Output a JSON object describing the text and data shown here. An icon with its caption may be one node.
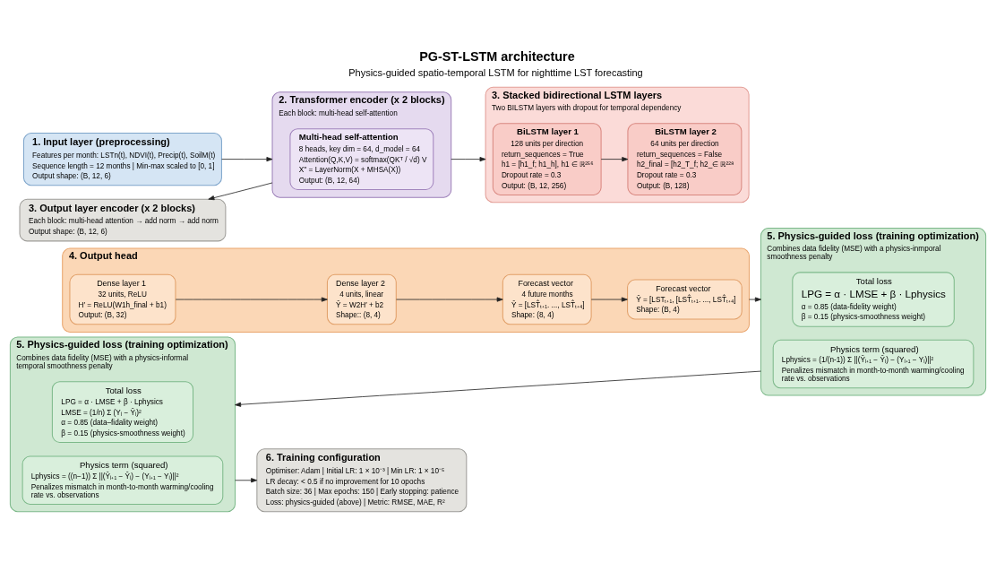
{
  "diagram": {
    "title": "PG-ST-LSTM architecture",
    "caption": "Physics-guided spatio-temporal LSTM for nighttime LST forecasting",
    "nodes": [
      {
        "text": [
          "1. Input layer (preprocessing)",
          "Features per month: LSTn(t), NDVI(t), Precip(t), SoilM(t)",
          "Sequence length = 12 months | Min-max scaled to [0, 1]",
          "Output shape: (B, 12, 6)"
        ]
      },
      {
        "text": [
          "2. Transformer encoder (x 2 blocks)",
          "Each block: multi-head self-attention"
        ]
      },
      {
        "text": [
          "Multi-head self-attention",
          "8 heads, key dim = 64, d_model = 64",
          "Attention(Q,K,V) = softmax(QKᵀ / √d) V",
          "X\" = LayerNorm(X + MHSA(X))",
          "Output: (B, 12, 64)"
        ],
        "in": 1
      },
      {
        "text": [
          "3. Stacked bidirectional LSTM layers",
          "Two BILSTM layers with dropout for temporal dependency"
        ]
      },
      {
        "text": [
          "BiLSTM layer 1",
          "128 units per direction",
          "return_sequences = True",
          "h1 = [h1_f; h1_h], h1 ∈ ℝ²⁵⁶",
          "Dropout rate = 0.3",
          "Output: (B, 12, 256)"
        ],
        "in": 3
      },
      {
        "text": [
          "BiLSTM layer 2",
          "64 units per direction",
          "return_sequences = False",
          "h2_final = [h2_T_f; h2_∈ ℝ²²⁸",
          "Dropout rate = 0.3",
          "Output: (B, 128)"
        ],
        "in": 3
      },
      {
        "text": [
          "3. Output layer encoder (x 2 blocks)",
          "Each block: multi-head attention → add norm → add norm",
          "Output shape: (B, 12, 6)"
        ]
      },
      {
        "text": [
          "4. Output head"
        ]
      },
      {
        "text": [
          "Dense layer 1",
          "32 units, ReLU",
          "H′ = ReLU(W1h_final + b1)",
          "Output: (B, 32)"
        ],
        "in": 7
      },
      {
        "text": [
          "Dense layer 2",
          "4 units, linear",
          "Ŷ = W2H′ + b2",
          "Shape:: (8, 4)"
        ],
        "in": 7
      },
      {
        "text": [
          "Forecast vector",
          "4 future months",
          "Ŷ = [LST̂ₜ₊₁. ..., LST̂ₜ₊₄]",
          "Shape: (8, 4)"
        ],
        "in": 7
      },
      {
        "text": [
          "Forecast vector",
          "Ŷ = [LSTₜ₊₁, [LST̂ₜ₊₁. ..., LST̂ₜ₊₄]",
          "Shape: (B, 4)"
        ],
        "in": 7
      },
      {
        "text": [
          "5. Physics-guided loss (training optimization)",
          "Combines data fidelity (MSE) with a physics-inmporal smoothness penalty"
        ]
      },
      {
        "text": [
          "Total loss",
          "LPG = α · LMSE + β · Lphysics",
          "α = 0.85 (data-fidelity weight)",
          "β = 0.15 (physics-smoothness weight)"
        ],
        "in": 12
      },
      {
        "text": [
          "Physics term (squared)",
          "Lphysics = (1/(n-1)) Σ ||(Ŷᵢ₊₁ − Ŷᵢ) − (Yᵢ₊₁ − Yᵢ)||²",
          "Penalizes mismatch in month-to-month warming/cooling rate vs. observations"
        ],
        "in": 12
      },
      {
        "text": [
          "5. Physics-guided loss (training optimization)",
          "Combines data fidelity (MSE) with a physics-informal temporal smoothness penalty"
        ]
      },
      {
        "text": [
          "Total loss",
          "LPG = α · LMSE + β · Lphysics",
          "LMSE = (1/n) Σ (Yᵢ − Ŷᵢ)²",
          "α = 0.85 (data–fidality weight)",
          "β = 0.15 (physics-smoothness weight)"
        ],
        "in": 15
      },
      {
        "text": [
          "Physics term (squared)",
          "Lphysics = ((n−1)) Σ ||(Ŷᵢ₊₁ − Ŷᵢ) − (Yᵢ₊₁ − Yᵢ)||²",
          "Penalizes mismatch in month-to-month warming/cooling rate vs. observations"
        ],
        "in": 15
      },
      {
        "text": [
          "6. Training configuration",
          "Optimiser: Adam | Initial LR: 1 × 10⁻³ | Min LR: 1 × 10⁻⁵",
          "LR decay: < 0.5 if no improvement for 10 opochs",
          "Batch size: 36 | Max epochs: 150 | Early stopping: patience",
          "Loss: physics-guided (above) | Metric: RMSE, MAE, R²"
        ]
      }
    ],
    "edges": [
      {
        "from": 0,
        "to": 1,
        "arrow": "to"
      },
      {
        "from": 1,
        "to": 6,
        "arrow": "to"
      },
      {
        "from": 1,
        "to": 3,
        "arrow": "to"
      },
      {
        "from": 4,
        "to": 5,
        "arrow": "to"
      },
      {
        "from": 8,
        "to": 9,
        "arrow": "to"
      },
      {
        "from": 9,
        "to": 10,
        "arrow": "to"
      },
      {
        "from": 10,
        "to": 11,
        "arrow": "to"
      },
      {
        "from": 7,
        "to": 12,
        "arrow": "to"
      },
      {
        "from": 12,
        "to": 15,
        "arrow": "to"
      },
      {
        "from": 15,
        "to": 18,
        "arrow": "to"
      }
    ]
  }
}
